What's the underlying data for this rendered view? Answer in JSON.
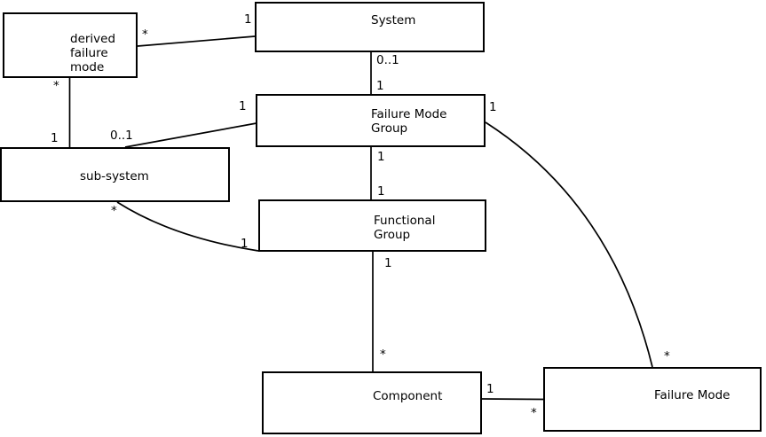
{
  "diagram_type": "uml-class-association-diagram",
  "colors": {
    "background": "#ffffff",
    "box_border": "#000000",
    "edge_line": "#000000",
    "text": "#000000"
  },
  "nodes": {
    "derived_failure_mode": {
      "lines": [
        "derived",
        "failure",
        "mode"
      ]
    },
    "system": {
      "label": "System"
    },
    "failure_mode_group": {
      "lines": [
        "Failure Mode",
        "Group"
      ]
    },
    "sub_system": {
      "label": "sub-system"
    },
    "functional_group": {
      "lines": [
        "Functional",
        "Group"
      ]
    },
    "component": {
      "label": "Component"
    },
    "failure_mode": {
      "label": "Failure Mode"
    }
  },
  "edges": [
    {
      "from": "derived failure mode",
      "to": "System",
      "from_label": "*",
      "to_label": "1"
    },
    {
      "from": "System",
      "to": "Failure Mode Group",
      "from_label": "0..1",
      "to_label": "1"
    },
    {
      "from": "derived failure mode",
      "to": "sub-system",
      "from_label": "*",
      "to_label": "1"
    },
    {
      "from": "sub-system",
      "to": "Failure Mode Group",
      "from_label": "0..1",
      "to_label": "1"
    },
    {
      "from": "Failure Mode Group",
      "to": "Functional Group",
      "from_label": "1",
      "to_label": "1"
    },
    {
      "from": "sub-system",
      "to": "Functional Group",
      "from_label": "*",
      "to_label": "1"
    },
    {
      "from": "Functional Group",
      "to": "Component",
      "from_label": "1",
      "to_label": "*"
    },
    {
      "from": "Component",
      "to": "Failure Mode",
      "from_label": "1",
      "to_label": "*"
    },
    {
      "from": "Failure Mode Group",
      "to": "Failure Mode",
      "from_label": "1",
      "to_label": "*"
    }
  ]
}
